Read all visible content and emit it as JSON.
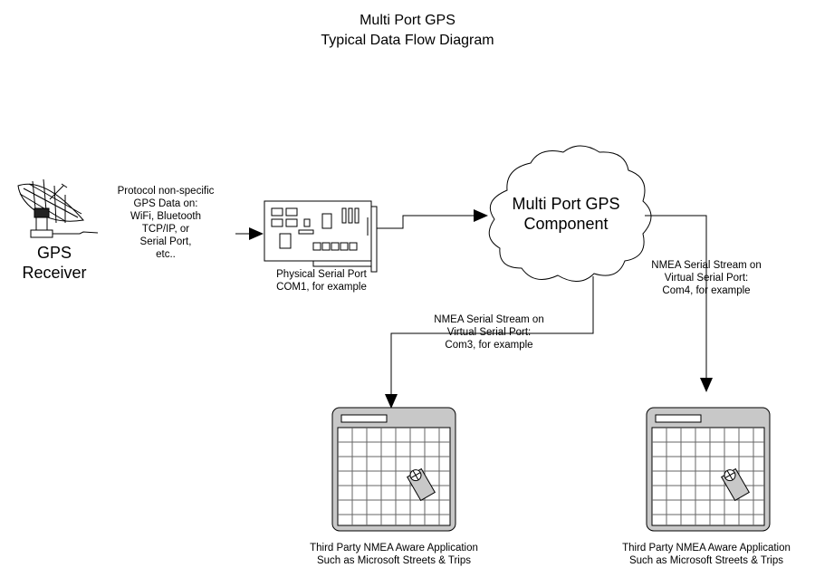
{
  "title": {
    "line1": "Multi Port GPS",
    "line2": "Typical Data Flow Diagram"
  },
  "gps_receiver": {
    "line1": "GPS",
    "line2": "Receiver"
  },
  "protocol_note": {
    "line1": "Protocol non-specific",
    "line2": "GPS Data on:",
    "line3": "WiFi, Bluetooth",
    "line4": "TCP/IP, or",
    "line5": "Serial Port,",
    "line6": "etc.."
  },
  "serial_port": {
    "line1": "Physical Serial Port",
    "line2": "COM1, for example"
  },
  "component": {
    "line1": "Multi Port GPS",
    "line2": "Component"
  },
  "stream_com3": {
    "line1": "NMEA Serial Stream on",
    "line2": "Virtual Serial Port:",
    "line3": "Com3, for example"
  },
  "stream_com4": {
    "line1": "NMEA Serial Stream on",
    "line2": "Virtual Serial Port:",
    "line3": "Com4, for example"
  },
  "app_left": {
    "line1": "Third Party NMEA Aware Application",
    "line2": "Such as Microsoft Streets & Trips"
  },
  "app_right": {
    "line1": "Third Party NMEA Aware Application",
    "line2": "Such as Microsoft Streets & Trips"
  }
}
